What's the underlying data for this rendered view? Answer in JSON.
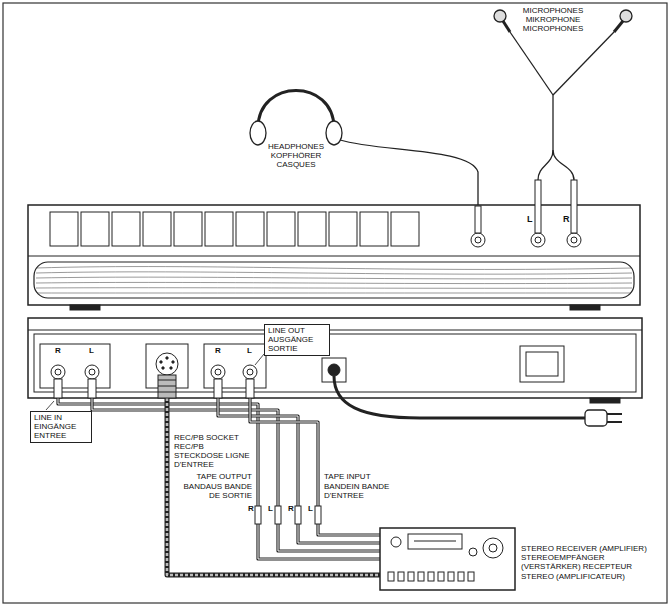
{
  "diagram": {
    "nodes": [
      {
        "text": [
          "R",
          "L",
          "R",
          "L"
        ]
      },
      {
        "text": [
          "STEREO RECEIVER (AMPLIFIER) STEREOEMPFÄNGER (VERSTÄRKER) RECEPTEUR STEREO (AMPLIFICATEUR)"
        ]
      }
    ],
    "edges": [
      {
        "from": 0,
        "to": 1,
        "arrow": "none"
      },
      {
        "from": 0,
        "to": 1,
        "arrow": "none"
      },
      {
        "from": 0,
        "to": 1,
        "arrow": "none"
      },
      {
        "from": 0,
        "to": 1,
        "arrow": "none"
      },
      {
        "from": 0,
        "to": 1,
        "arrow": "none"
      }
    ],
    "labels": [
      "MICROPHONES MIKROPHONE MICROPHONES",
      "L",
      "R",
      "HEADPHONES KOPFHÖRER CASQUES",
      "LINE OUT AUSGÄNGE SORTIE",
      "LINE IN EINGÄNGE ENTREE",
      "REC/PB SOCKET REC/PB STECKDOSE LIGNE D'ENTREE",
      "TAPE OUTPUT BANDAUS BANDE DE SORTIE",
      "TAPE INPUT BANDEIN BANDE D'ENTREE",
      "R",
      "L",
      "R",
      "L"
    ]
  }
}
